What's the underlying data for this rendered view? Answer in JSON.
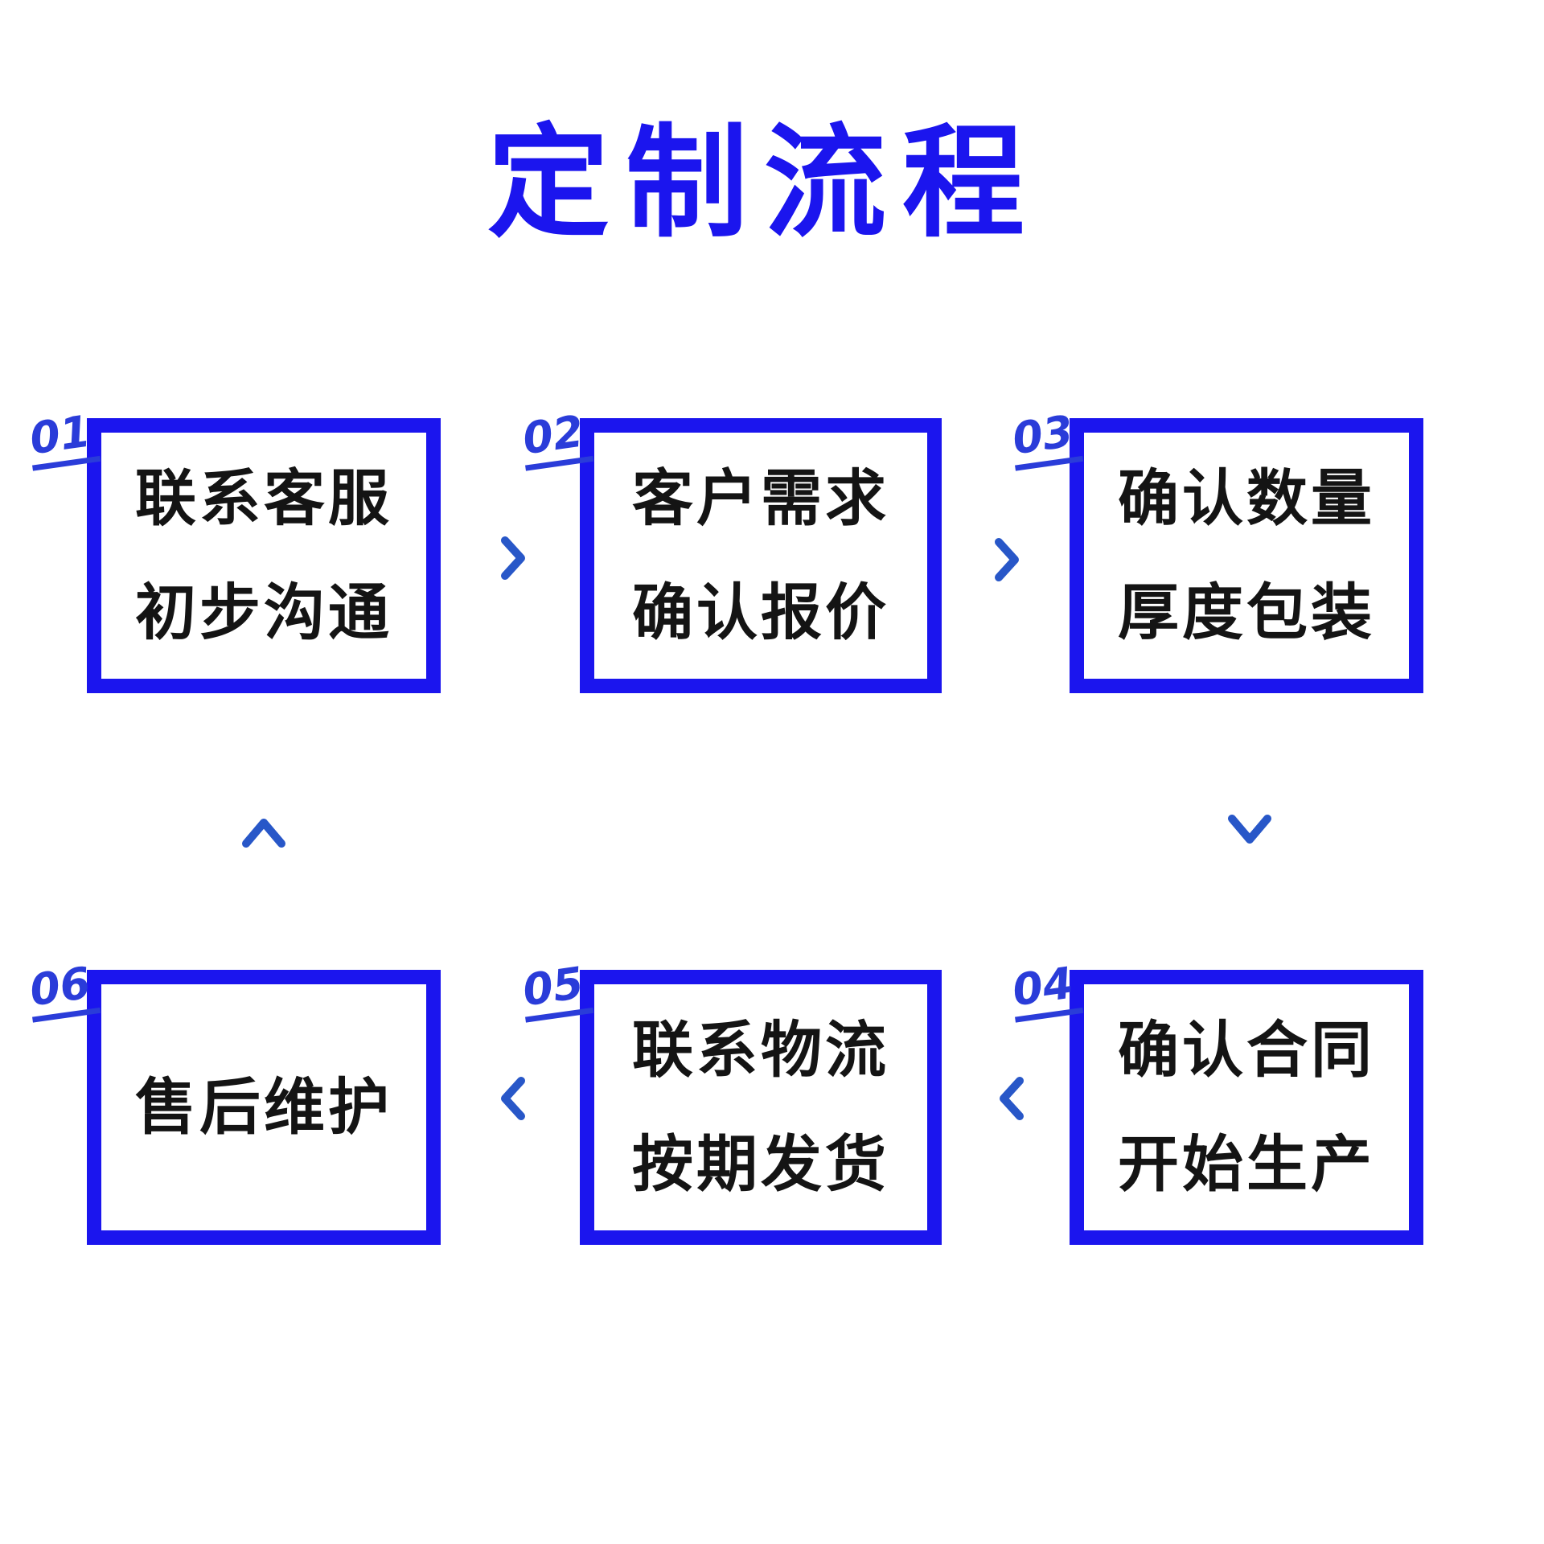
{
  "page": {
    "title": "定制流程",
    "background": "#ffffff"
  },
  "colors": {
    "primary_blue": "#1b15ee",
    "number_blue": "#2a3cd9",
    "arrow_blue": "#2857c8",
    "text_color": "#141414"
  },
  "steps": [
    {
      "number": "01",
      "lines": [
        "联系客服",
        "初步沟通"
      ]
    },
    {
      "number": "02",
      "lines": [
        "客户需求",
        "确认报价"
      ]
    },
    {
      "number": "03",
      "lines": [
        "确认数量",
        "厚度包装"
      ]
    },
    {
      "number": "04",
      "lines": [
        "确认合同",
        "开始生产"
      ]
    },
    {
      "number": "05",
      "lines": [
        "联系物流",
        "按期发货"
      ]
    },
    {
      "number": "06",
      "lines": [
        "售后维护"
      ]
    }
  ],
  "flow_arrows": [
    {
      "icon": "arrow-right-icon",
      "position": "between-step-01-and-02"
    },
    {
      "icon": "arrow-right-icon",
      "position": "between-step-02-and-03"
    },
    {
      "icon": "arrow-down-icon",
      "position": "below-step-03"
    },
    {
      "icon": "arrow-left-icon",
      "position": "between-step-04-and-05"
    },
    {
      "icon": "arrow-left-icon",
      "position": "between-step-05-and-06"
    },
    {
      "icon": "arrow-up-icon",
      "position": "below-step-01"
    }
  ]
}
